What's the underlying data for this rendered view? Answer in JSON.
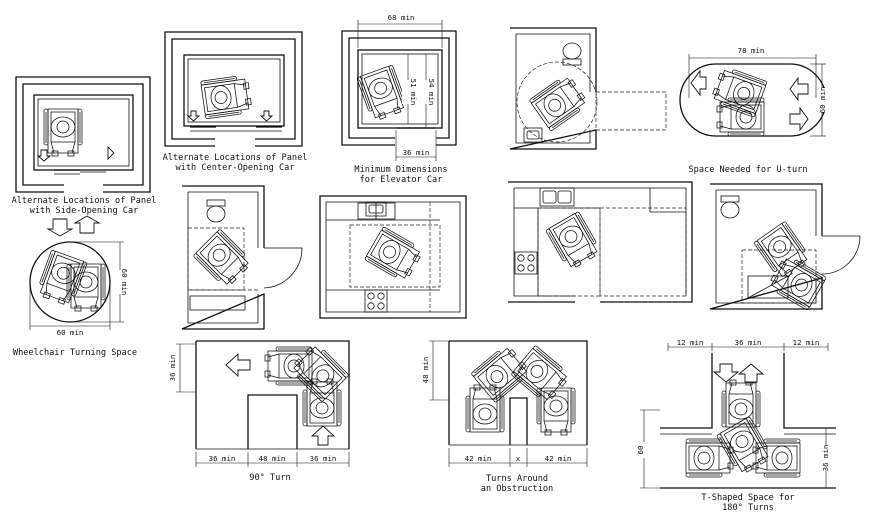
{
  "captions": {
    "side_opening": [
      "Alternate Locations of Panel",
      "with Side-Opening Car"
    ],
    "center_opening": [
      "Alternate Locations of Panel",
      "with Center-Opening Car"
    ],
    "minimum_dimensions": [
      "Minimum Dimensions",
      "for Elevator Car"
    ],
    "u_turn": "Space Needed for U-turn",
    "wheelchair_turning": "Wheelchair Turning Space",
    "ninety_turn": "90° Turn",
    "obstruction": [
      "Turns Around",
      "an Obstruction"
    ],
    "t_shaped": [
      "T-Shaped Space for",
      "180° Turns"
    ]
  },
  "dimensions": {
    "elevator_width": "68 min",
    "elevator_depth_inner": "51 min",
    "elevator_depth_outer": "54 min",
    "elevator_door": "36 min",
    "uturn_width": "78 min",
    "uturn_depth": "60 min",
    "turning_width": "60 min",
    "turning_height": "60 min",
    "ninety_side": "36 min",
    "ninety_a": "36 min",
    "ninety_b": "48 min",
    "ninety_c": "36 min",
    "obstruction_depth": "48 min",
    "obstruction_a": "42 min",
    "obstruction_x": "x",
    "obstruction_b": "42 min",
    "t_top_a": "12 min",
    "t_top_b": "36 min",
    "t_top_c": "12 min",
    "t_left": "60",
    "t_right": "36 min"
  }
}
